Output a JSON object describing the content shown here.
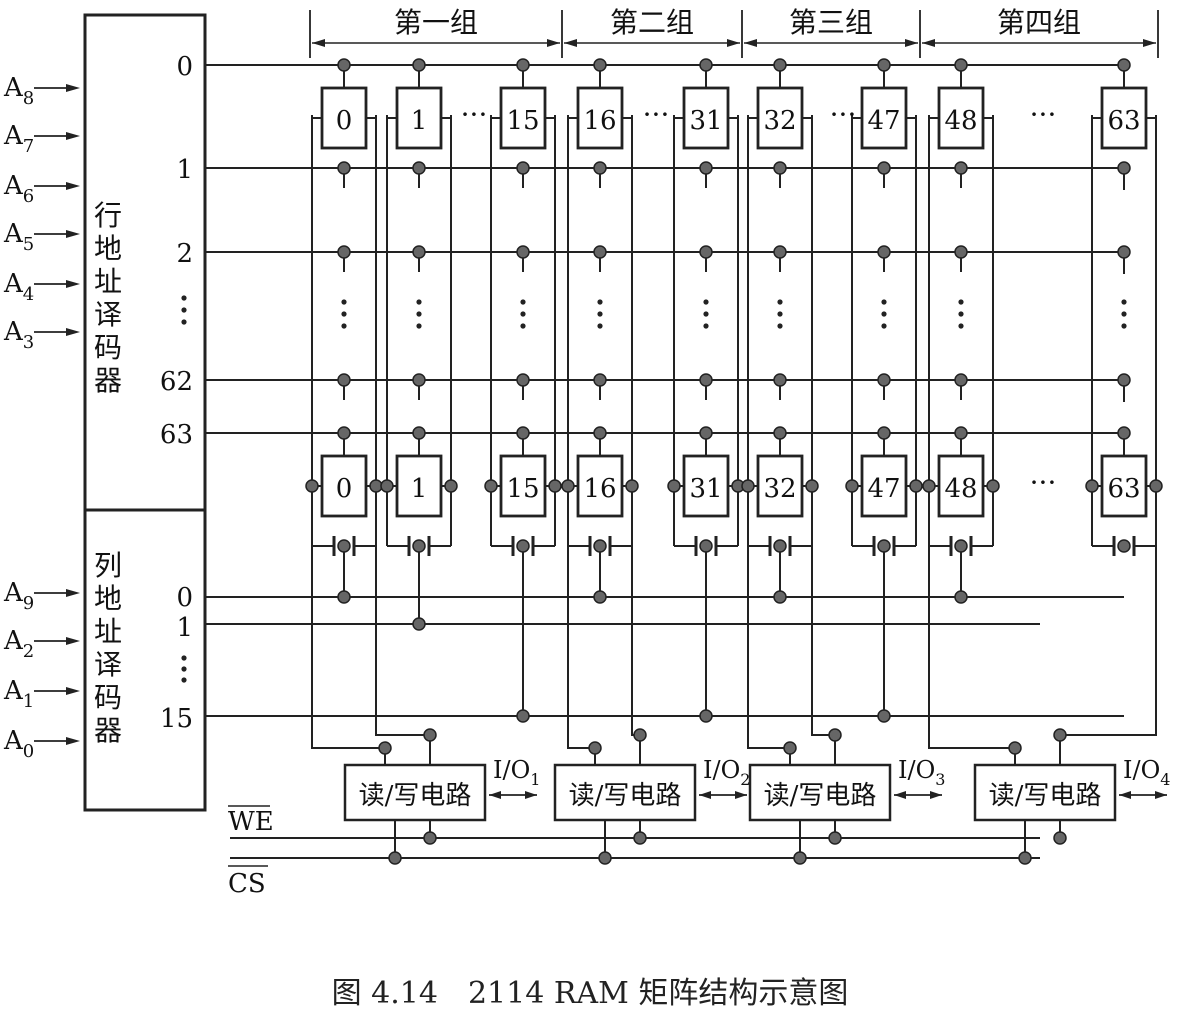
{
  "groups": [
    "第一组",
    "第二组",
    "第三组",
    "第四组"
  ],
  "row_decoder": {
    "title_chars": [
      "行",
      "地",
      "址",
      "译",
      "码",
      "器"
    ],
    "inputs": [
      {
        "base": "A",
        "sub": "8"
      },
      {
        "base": "A",
        "sub": "7"
      },
      {
        "base": "A",
        "sub": "6"
      },
      {
        "base": "A",
        "sub": "5"
      },
      {
        "base": "A",
        "sub": "4"
      },
      {
        "base": "A",
        "sub": "3"
      }
    ],
    "outputs": [
      "0",
      "1",
      "2",
      "⋮",
      "62",
      "63"
    ]
  },
  "col_decoder": {
    "title_chars": [
      "列",
      "地",
      "址",
      "译",
      "码",
      "器"
    ],
    "inputs": [
      {
        "base": "A",
        "sub": "9"
      },
      {
        "base": "A",
        "sub": "2"
      },
      {
        "base": "A",
        "sub": "1"
      },
      {
        "base": "A",
        "sub": "0"
      }
    ],
    "outputs": [
      "0",
      "1",
      "⋮",
      "15"
    ]
  },
  "cells": [
    "0",
    "1",
    "15",
    "16",
    "31",
    "32",
    "47",
    "48",
    "63"
  ],
  "ellipsis": "···",
  "rw_label": "读/写电路",
  "io_labels": [
    {
      "base": "I/O",
      "sub": "1"
    },
    {
      "base": "I/O",
      "sub": "2"
    },
    {
      "base": "I/O",
      "sub": "3"
    },
    {
      "base": "I/O",
      "sub": "4"
    }
  ],
  "signals": {
    "we": "WE",
    "cs": "CS"
  },
  "caption": "图 4.14　2114 RAM 矩阵结构示意图"
}
